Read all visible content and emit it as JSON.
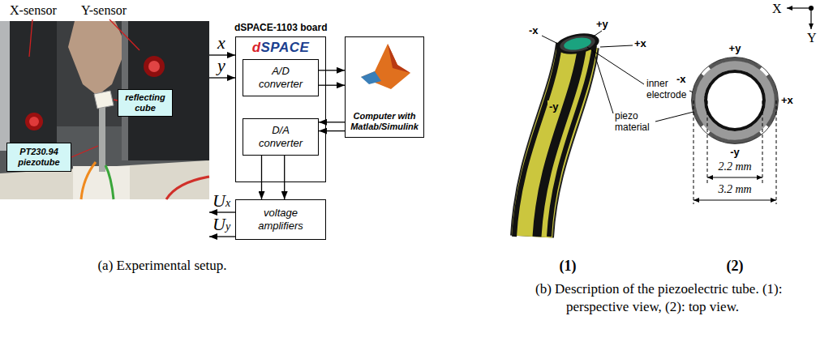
{
  "diagram": {
    "nodes": [
      {
        "text": [
          "reflecting cube"
        ]
      },
      {
        "text": [
          "PT230.94 piezotube"
        ]
      },
      {
        "text": [
          "dSPACE-1103 board",
          "dSPACE"
        ]
      },
      {
        "text": [
          "A/D converter"
        ],
        "in": 2
      },
      {
        "text": [
          "D/A converter"
        ],
        "in": 2
      },
      {
        "text": [
          "Computer with Matlab/Simulink"
        ]
      },
      {
        "text": [
          "voltage amplifiers"
        ]
      }
    ],
    "edges": [
      {
        "from": 3,
        "to": 5,
        "arrow": "to"
      },
      {
        "from": 3,
        "to": 5,
        "arrow": "to"
      },
      {
        "from": 5,
        "to": 4,
        "arrow": "to"
      },
      {
        "from": 5,
        "to": 4,
        "arrow": "to"
      },
      {
        "from": 4,
        "to": 6,
        "arrow": "to"
      },
      {
        "from": 4,
        "to": 6,
        "arrow": "to"
      }
    ],
    "labels": [
      "X-sensor",
      "Y-sensor",
      "x",
      "y",
      "Ux",
      "Uy",
      "(a) Experimental setup.",
      "-x",
      "+y",
      "+x",
      "-y",
      "inner electrode",
      "piezo material",
      "X",
      "Y",
      "+y",
      "-x",
      "+x",
      "-y",
      "2.2 mm",
      "3.2 mm",
      "(1)",
      "(2)",
      "(b) Description of the piezoelectric tube. (1): perspective view, (2): top view."
    ]
  }
}
